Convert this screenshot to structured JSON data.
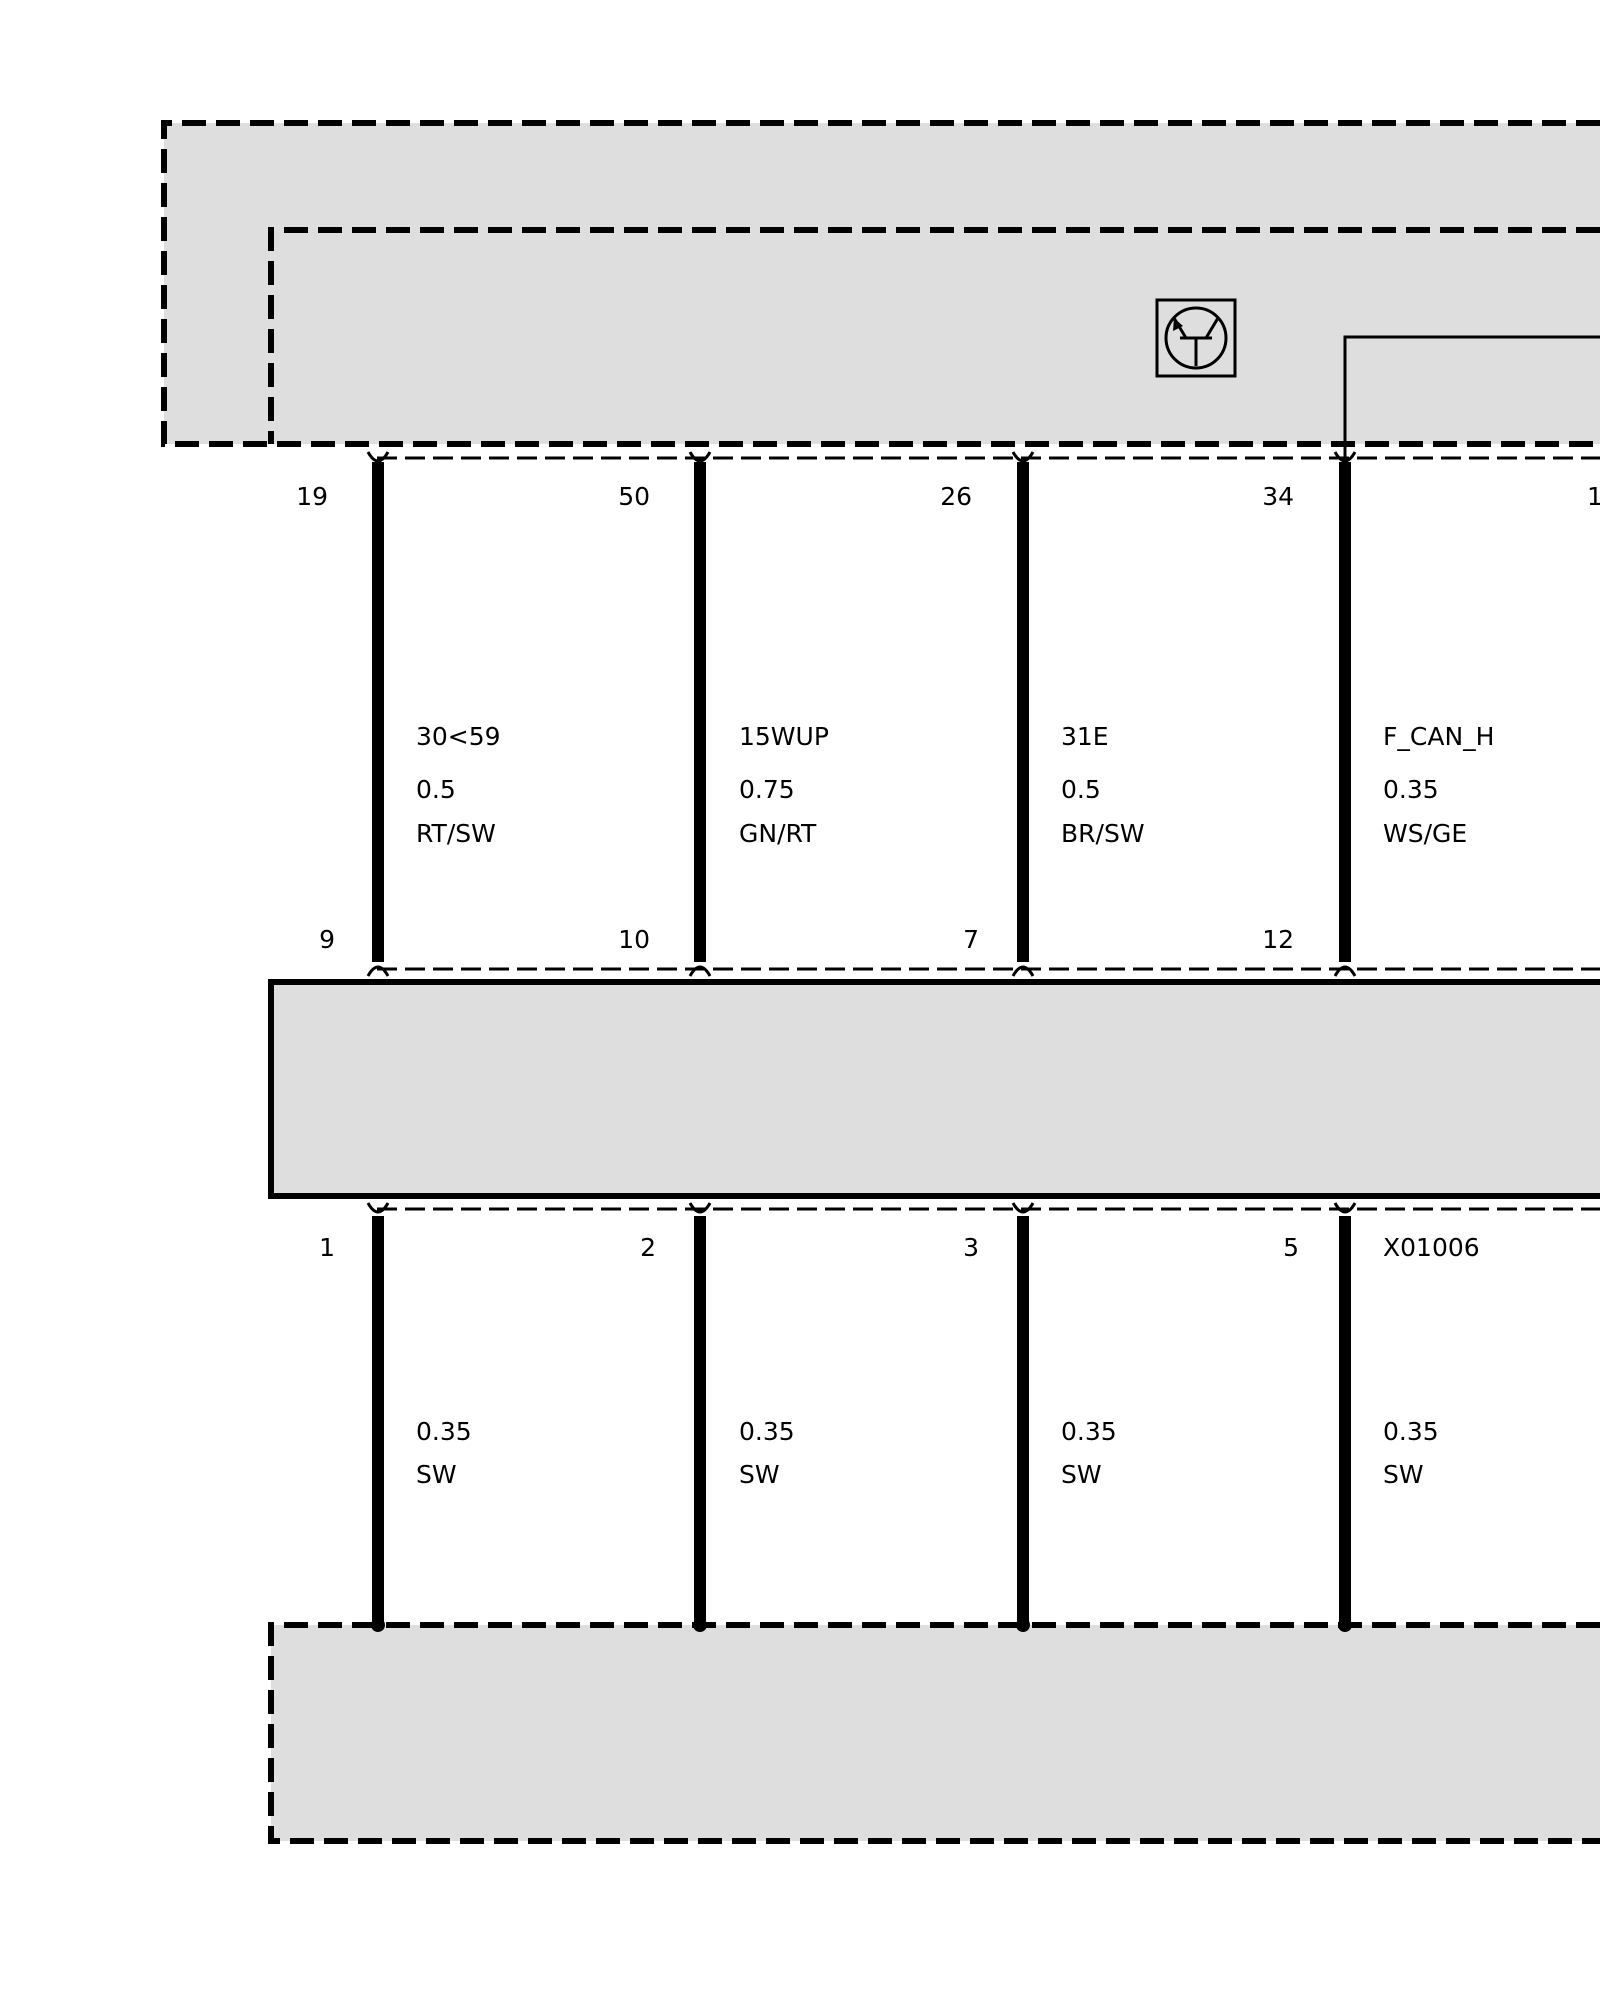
{
  "wires": [
    {
      "top_pin": "19",
      "mid_pin": "9",
      "signal": "30<59",
      "gauge": "0.5",
      "color_code": "RT/SW",
      "bottom_pin": "1",
      "bottom_gauge": "0.35",
      "bottom_color_code": "SW"
    },
    {
      "top_pin": "50",
      "mid_pin": "10",
      "signal": "15WUP",
      "gauge": "0.75",
      "color_code": "GN/RT",
      "bottom_pin": "2",
      "bottom_gauge": "0.35",
      "bottom_color_code": "SW"
    },
    {
      "top_pin": "26",
      "mid_pin": "7",
      "signal": "31E",
      "gauge": "0.5",
      "color_code": "BR/SW",
      "bottom_pin": "3",
      "bottom_gauge": "0.35",
      "bottom_color_code": "SW"
    },
    {
      "top_pin": "34",
      "mid_pin": "12",
      "signal": "F_CAN_H",
      "gauge": "0.35",
      "color_code": "WS/GE",
      "bottom_pin": "5",
      "bottom_gauge": "0.35",
      "bottom_color_code": "SW"
    }
  ],
  "partial_pin_label": "1",
  "connector_label": "X01006",
  "colors": {
    "fill": "#dedede",
    "line": "#000000"
  },
  "icons": [
    "transistor-icon"
  ]
}
